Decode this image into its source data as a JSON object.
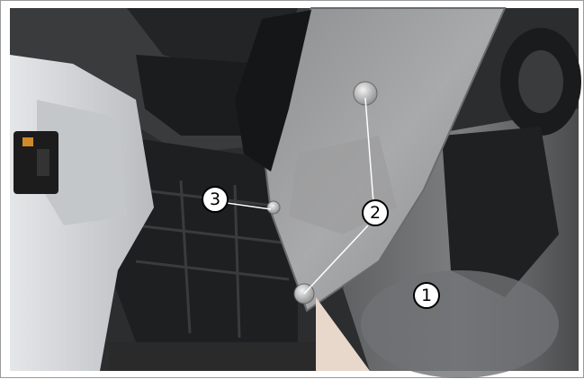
{
  "callouts": [
    {
      "label": "1"
    },
    {
      "label": "2"
    },
    {
      "label": "3"
    }
  ],
  "colors": {
    "panel_grey": "#a6a6a6",
    "light_plastic": "#d6d9dc",
    "dark_housing": "#2a2b2d",
    "blower_grey": "#6e7072",
    "callout_line": "#ffffff"
  }
}
